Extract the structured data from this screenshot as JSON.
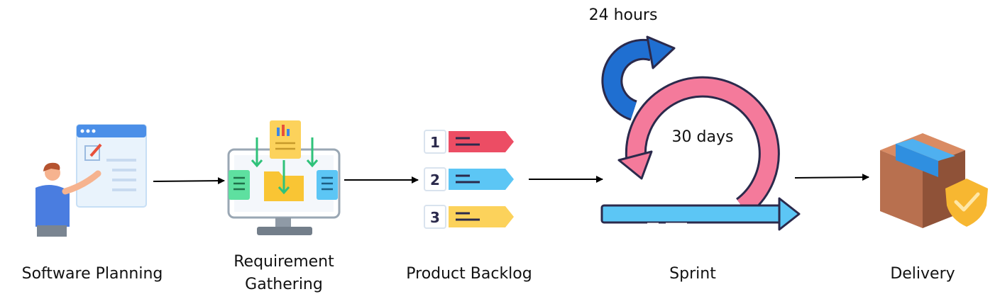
{
  "stages": [
    {
      "label": "Software Planning"
    },
    {
      "label": "Requirement Gathering"
    },
    {
      "label": "Product Backlog"
    },
    {
      "label": "Sprint"
    },
    {
      "label": "Delivery"
    }
  ],
  "backlog_items": [
    "1",
    "2",
    "3"
  ],
  "sprint": {
    "daily_cycle_label": "24 hours",
    "sprint_cycle_label": "30 days"
  },
  "colors": {
    "arrow": "#000000",
    "outline": "#2b2a4c",
    "blue": "#5cc6f5",
    "dark_blue": "#1f6fd1",
    "pink": "#f47a9b",
    "red": "#ec4d64",
    "yellow": "#fcd25b",
    "green": "#5ee0a0",
    "box_brown": "#b8704f",
    "shield_gold": "#f7b731"
  }
}
